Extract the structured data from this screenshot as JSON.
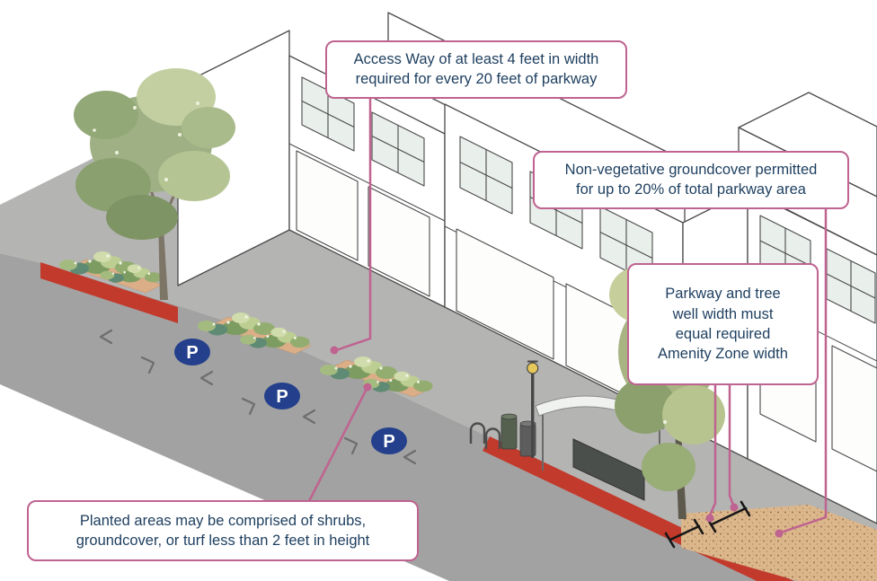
{
  "diagram": {
    "callouts": {
      "access_way": "Access Way of at least 4 feet in width\nrequired for every 20 feet of parkway",
      "groundcover": "Non-vegetative groundcover permitted\nfor up to 20% of total parkway area",
      "parkway_width": "Parkway and tree\nwell width must\nequal required\nAmenity Zone width",
      "planted_areas": "Planted areas may be comprised of shrubs,\ngroundcover, or turf less than 2 feet in height"
    },
    "parking_sign_label": "P",
    "colors": {
      "callout_border": "#bf6390",
      "callout_text": "#1d3e5f",
      "leader_line": "#bf6390",
      "red_curb": "#c23a2c",
      "street": "#a2a2a2",
      "sidewalk": "#b4b4b3",
      "planting_bed": "#dcae87",
      "groundcover": "#dcb78c",
      "parking_sign": "#24408c"
    }
  }
}
